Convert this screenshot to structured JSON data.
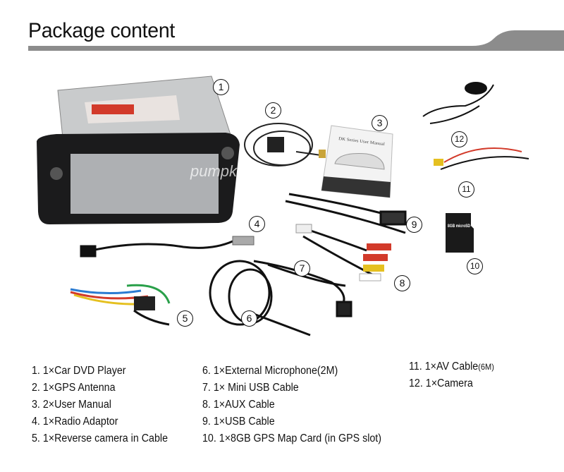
{
  "header": {
    "title": "Package content",
    "bar_color": "#8c8c8c"
  },
  "image": {
    "watermark": "pumpkin",
    "sd_card_label": "8GB microSD",
    "manual_title": "DK Series User Manual",
    "callouts": [
      "1",
      "2",
      "3",
      "4",
      "5",
      "6",
      "7",
      "8",
      "9",
      "10",
      "11",
      "12"
    ]
  },
  "items": {
    "col1": [
      "1. 1×Car DVD Player",
      "2. 1×GPS Antenna",
      "3. 2×User Manual",
      "4. 1×Radio Adaptor",
      "5. 1×Reverse camera in Cable"
    ],
    "col2": [
      "6. 1×External Microphone(2M)",
      "7. 1× Mini USB Cable",
      "8. 1×AUX Cable",
      "9. 1×USB Cable",
      "10. 1×8GB GPS Map Card (in GPS slot)"
    ],
    "col3": [
      {
        "text": "11. 1×AV Cable",
        "suffix": "(6M)"
      },
      {
        "text": "12. 1×Camera",
        "suffix": ""
      }
    ]
  }
}
